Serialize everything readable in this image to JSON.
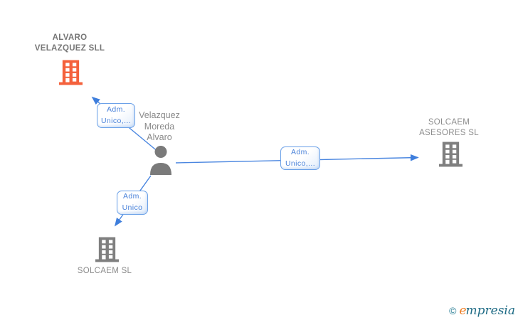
{
  "colors": {
    "node_orange": "#f4613c",
    "node_gray": "#7f7f7f",
    "line_blue": "#4a86e0",
    "edge_label_blue": "#4a82d9",
    "copyright_teal": "#2b7f96",
    "brand_orange": "#ee7d23",
    "brand_teal": "#1e6b85"
  },
  "diagram": {
    "nodes": {
      "alvaro": {
        "label": "ALVARO VELAZQUEZ SLL",
        "type": "company",
        "icon": "building-icon",
        "icon_color": "#f4613c"
      },
      "person": {
        "label": "Velazquez Moreda Alvaro",
        "type": "person",
        "icon": "person-icon",
        "icon_color": "#7a7a7a"
      },
      "solcaem_asesores": {
        "label": "SOLCAEM ASESORES SL",
        "type": "company",
        "icon": "building-icon",
        "icon_color": "#7f7f7f"
      },
      "solcaem": {
        "label": "SOLCAEM SL",
        "type": "company",
        "icon": "building-icon",
        "icon_color": "#7f7f7f"
      }
    },
    "edges": {
      "person_to_alvaro": {
        "label": "Adm. Unico,..."
      },
      "person_to_solcaem_asesores": {
        "label": "Adm. Unico,..."
      },
      "person_to_solcaem": {
        "label": "Adm. Unico"
      }
    }
  },
  "footer": {
    "copyright_symbol": "©",
    "brand_first_letter": "e",
    "brand_rest": "mpresia"
  }
}
